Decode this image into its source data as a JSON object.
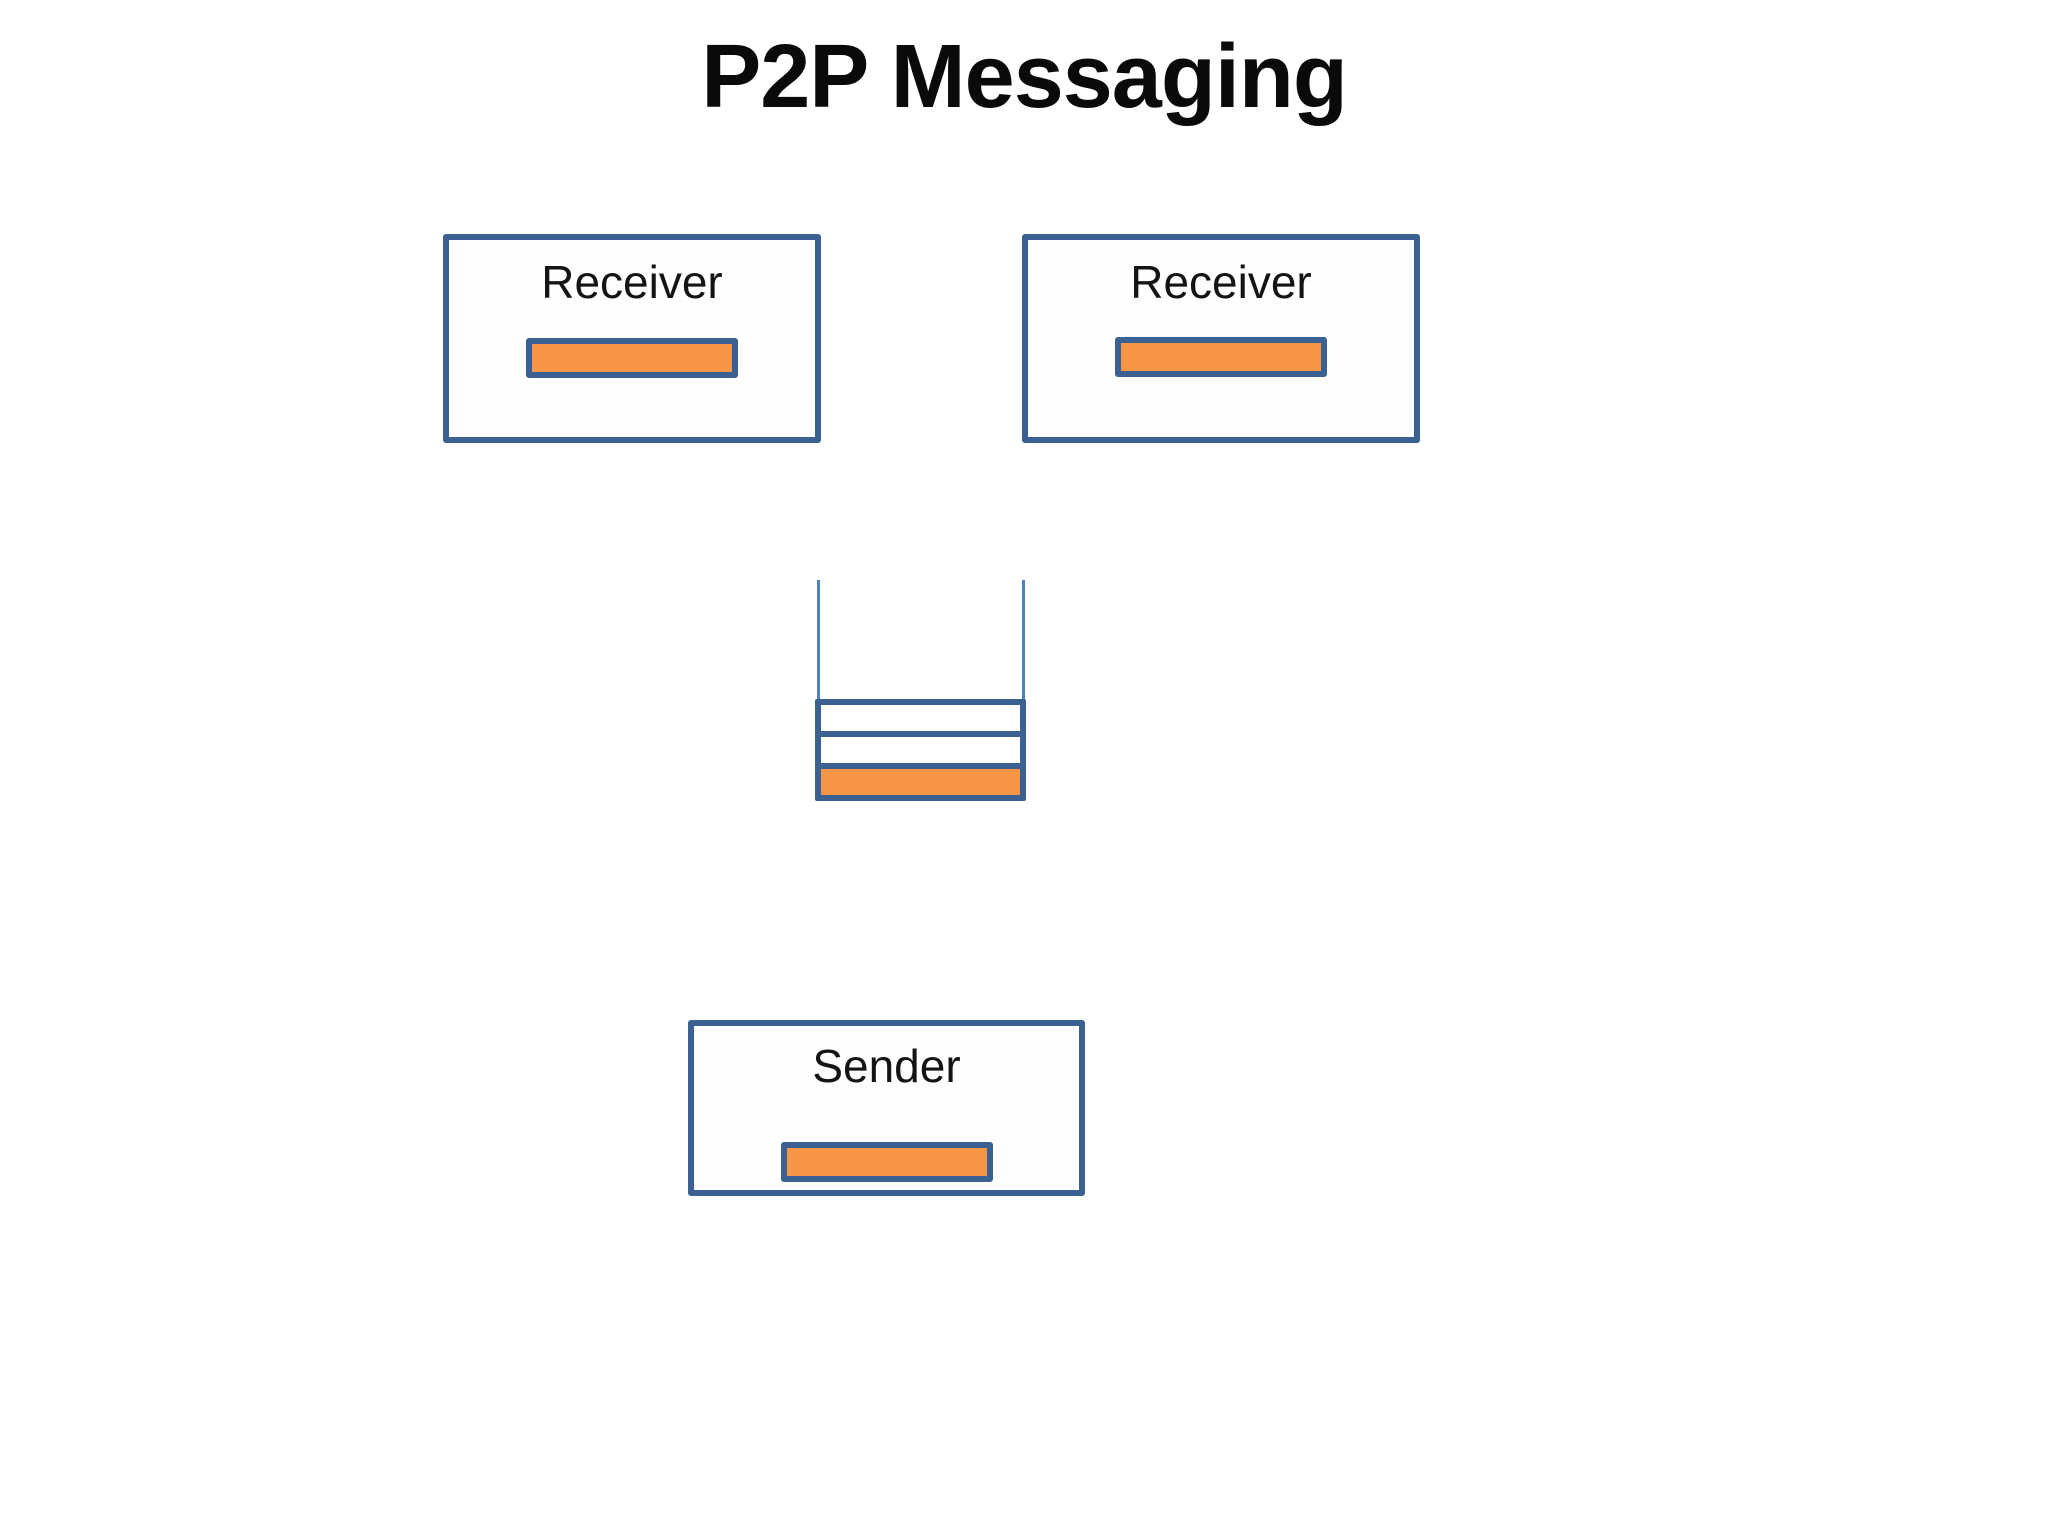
{
  "title": "P2P Messaging",
  "colors": {
    "background": "#ffffff",
    "title_text": "#0a0a0a",
    "label_text": "#141414",
    "box_border": "#3a6191",
    "box_fill": "#fefeff",
    "bar_fill": "#f79646",
    "bar_border": "#3a6191",
    "queue_border": "#3a6191",
    "queue_filled_fill": "#f79646",
    "queue_empty_fill": "#ffffff",
    "connector_line": "#4f81bd"
  },
  "nodes": {
    "receiver_left": {
      "label": "Receiver"
    },
    "receiver_right": {
      "label": "Receiver"
    },
    "sender": {
      "label": "Sender"
    }
  },
  "queue": {
    "slots": [
      {
        "state": "empty"
      },
      {
        "state": "empty"
      },
      {
        "state": "filled"
      }
    ]
  }
}
